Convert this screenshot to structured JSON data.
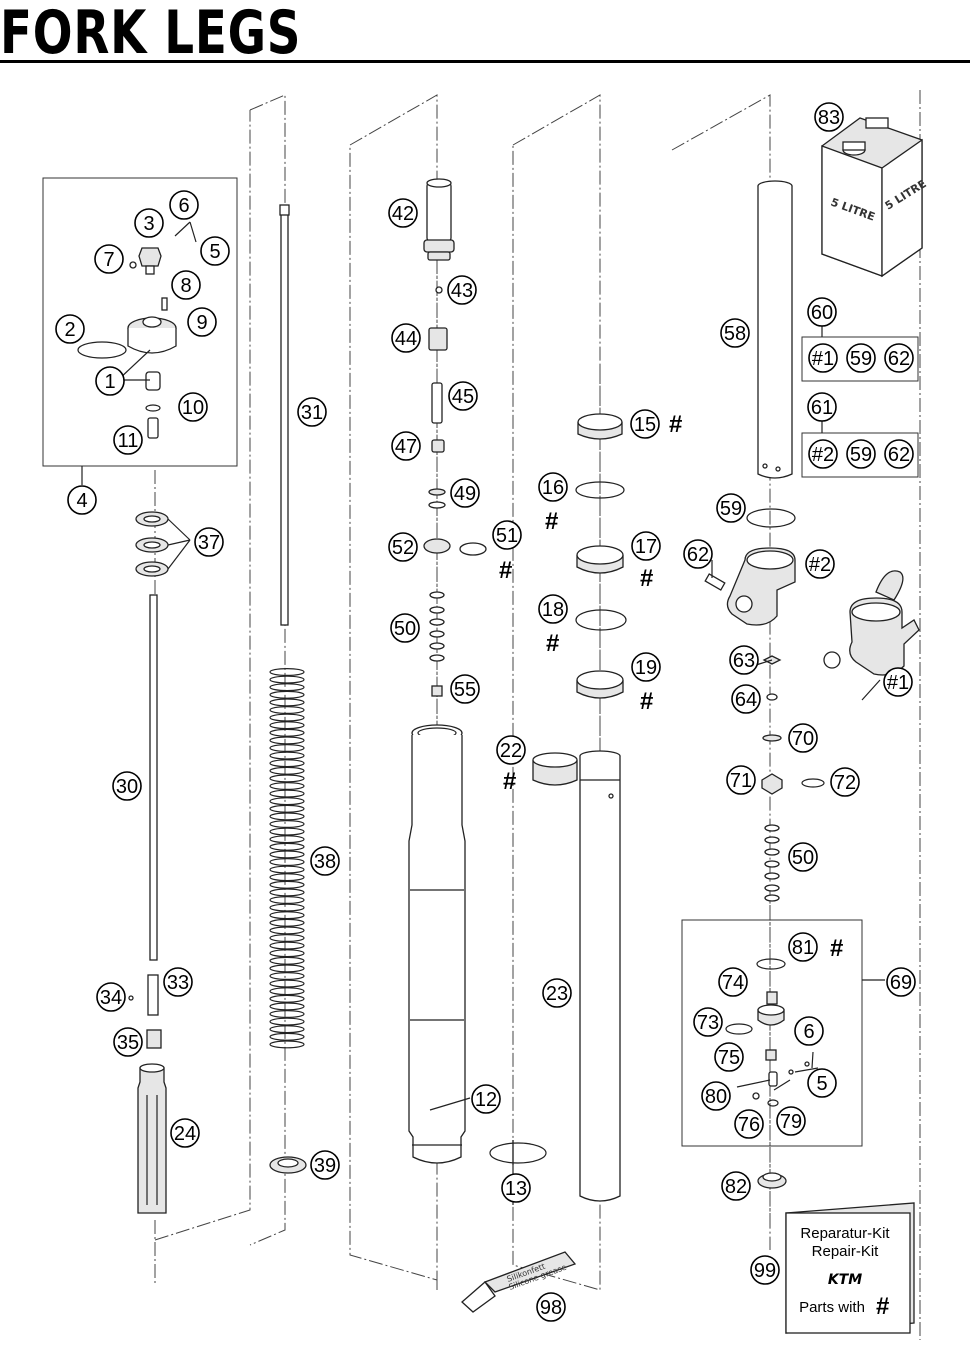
{
  "title": "FORK LEGS",
  "callouts": {
    "c1": "1",
    "c2": "2",
    "c3": "3",
    "c4": "4",
    "c5": "5",
    "c6": "6",
    "c7": "7",
    "c8": "8",
    "c9": "9",
    "c10": "10",
    "c11": "11",
    "c12": "12",
    "c13": "13",
    "c15": "15",
    "c16": "16",
    "c17": "17",
    "c18": "18",
    "c19": "19",
    "c22": "22",
    "c23": "23",
    "c24": "24",
    "c30": "30",
    "c31": "31",
    "c33": "33",
    "c34": "34",
    "c35": "35",
    "c37": "37",
    "c38": "38",
    "c39": "39",
    "c42": "42",
    "c43": "43",
    "c44": "44",
    "c45": "45",
    "c47": "47",
    "c49": "49",
    "c50a": "50",
    "c50b": "50",
    "c51": "51",
    "c52": "52",
    "c55": "55",
    "c58": "58",
    "c59": "59",
    "c60": "60",
    "c61": "61",
    "c62": "62",
    "c63": "63",
    "c64": "64",
    "c69": "69",
    "c70": "70",
    "c71": "71",
    "c72": "72",
    "c73": "73",
    "c74": "74",
    "c75": "75",
    "c76": "76",
    "c79": "79",
    "c80": "80",
    "c81": "81",
    "c82": "82",
    "c83": "83",
    "c98": "98",
    "c99": "99",
    "c5b": "5",
    "c6b": "6",
    "s1": "#1",
    "s2": "#2",
    "k60a": "#1",
    "k60b": "59",
    "k60c": "62",
    "k61a": "#2",
    "k61b": "59",
    "k61c": "62"
  },
  "hash": "#",
  "can_labels": {
    "side": "5 LITRE",
    "front": "5 LITRE"
  },
  "tube_labels": {
    "line1": "Silikonfett",
    "line2": "Silicone grease"
  },
  "repair_kit": {
    "line1": "Reparatur-Kit",
    "line2": "Repair-Kit",
    "brand": "KTM",
    "line3": "Parts with"
  }
}
